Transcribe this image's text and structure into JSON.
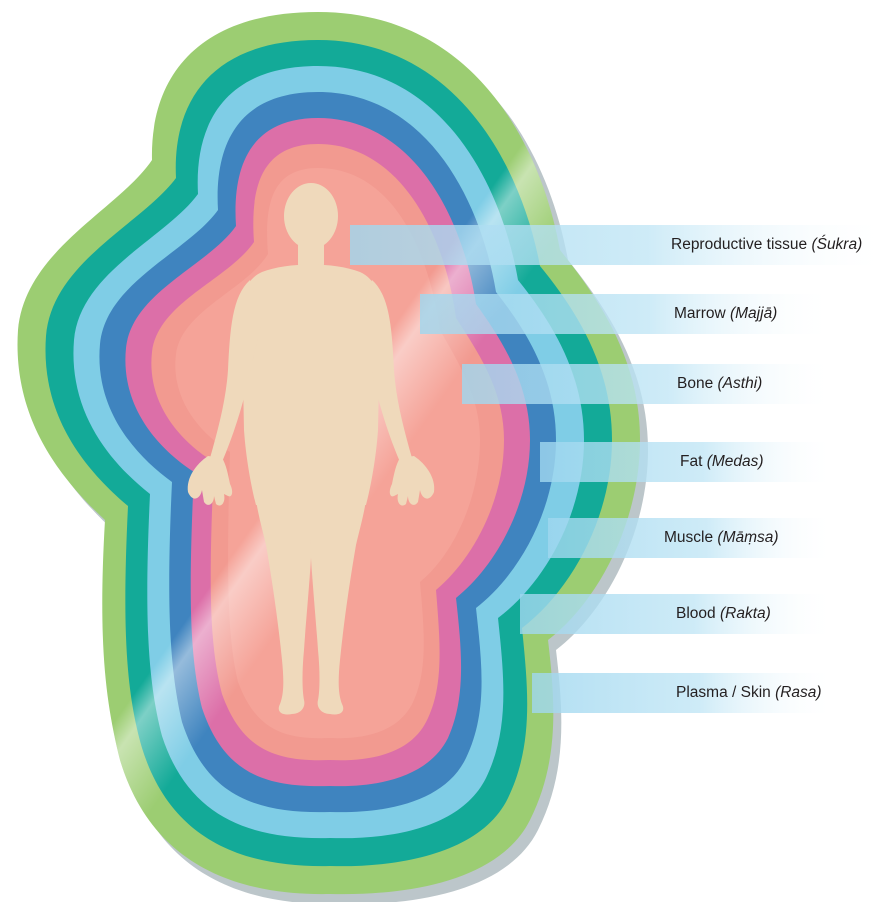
{
  "colors": {
    "plasma": "#9ccd72",
    "blood": "#13aa98",
    "muscle": "#7fcde6",
    "fat": "#3f84bf",
    "bone": "#dc6fa8",
    "marrow": "#f29a90",
    "body": "#efd9bb",
    "shadow": "#b9c3c8",
    "bar": "#9fd7ef"
  },
  "layers": [
    {
      "name": "Reproductive tissue",
      "term": "(Śukra)"
    },
    {
      "name": "Marrow",
      "term": "(Majjā)"
    },
    {
      "name": "Bone",
      "term": "(Asthi)"
    },
    {
      "name": "Fat",
      "term": "(Medas)"
    },
    {
      "name": "Muscle",
      "term": "(Māṃsa)"
    },
    {
      "name": "Blood",
      "term": "(Rakta)"
    },
    {
      "name": "Plasma / Skin",
      "term": "(Rasa)"
    }
  ]
}
